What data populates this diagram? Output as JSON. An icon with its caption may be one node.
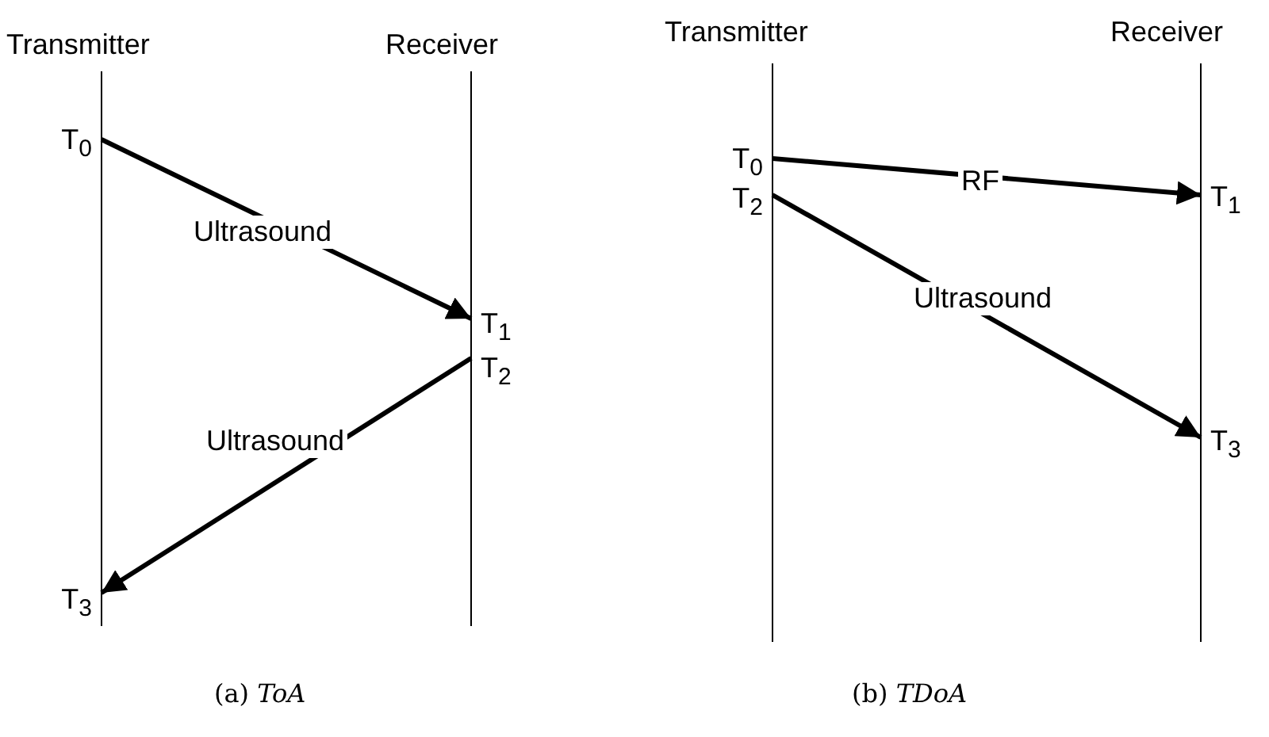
{
  "diagram": {
    "nodes": [
      {
        "text": [
          "T$_{0}$"
        ]
      },
      {
        "text": [
          "T$_{1}$"
        ]
      },
      {
        "text": [
          "T$_{2}$"
        ]
      },
      {
        "text": [
          "T$_{3}$"
        ]
      },
      {
        "text": [
          "T$_{0}$"
        ]
      },
      {
        "text": [
          "T$_{1}$"
        ]
      },
      {
        "text": [
          "T$_{2}$"
        ]
      },
      {
        "text": [
          "T$_{3}$"
        ]
      }
    ],
    "edges": [
      {
        "from": 0,
        "to": 1,
        "arrow": "to",
        "label": "Ultrasound"
      },
      {
        "from": 2,
        "to": 3,
        "arrow": "to",
        "label": "Ultrasound"
      },
      {
        "from": 4,
        "to": 5,
        "arrow": "to",
        "label": "RF"
      },
      {
        "from": 6,
        "to": 7,
        "arrow": "to",
        "label": "Ultrasound"
      }
    ],
    "labels": [
      "Transmitter",
      "Receiver",
      "(a) *ToA*",
      "Transmitter",
      "Receiver",
      "(b) *TDoA*"
    ]
  }
}
